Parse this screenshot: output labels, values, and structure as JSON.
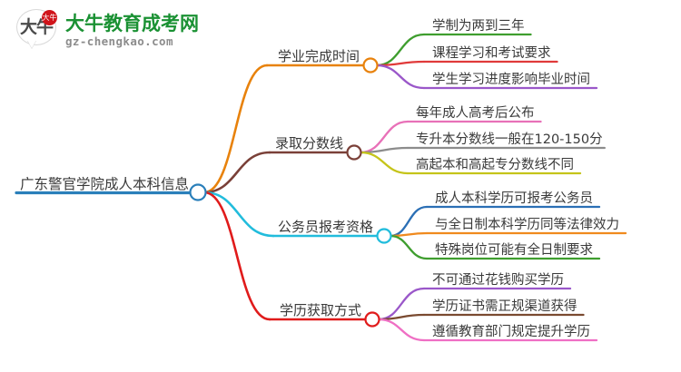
{
  "logo": {
    "badge_text": "大牛",
    "mark_text": "大牛",
    "title": "大牛教育成考网",
    "subtitle": "gz-chengkao.com",
    "title_color": "#1a9133",
    "subtitle_color": "#8c8c8c",
    "badge_color": "#d0141a"
  },
  "mindmap": {
    "root": {
      "label": "广东警官学院成人本科信息",
      "color": "#2a7fba"
    },
    "branches": [
      {
        "label": "学业完成时间",
        "color": "#e8820c",
        "children": [
          {
            "label": "学制为两到三年",
            "color": "#3f9e2f"
          },
          {
            "label": "课程学习和考试要求",
            "color": "#e03a3a"
          },
          {
            "label": "学生学习进度影响毕业时间",
            "color": "#9a57c9"
          }
        ]
      },
      {
        "label": "录取分数线",
        "color": "#7a4038",
        "children": [
          {
            "label": "每年成人高考后公布",
            "color": "#e871b8"
          },
          {
            "label": "专升本分数线一般在120-150分",
            "color": "#8c8c8c"
          },
          {
            "label": "高起本和高起专分数线不同",
            "color": "#c5c41a"
          }
        ]
      },
      {
        "label": "公务员报考资格",
        "color": "#21bcdc",
        "children": [
          {
            "label": "成人本科学历可报考公务员",
            "color": "#2b6fb5"
          },
          {
            "label": "与全日制本科学历同等法律效力",
            "color": "#f08a1e"
          },
          {
            "label": "特殊岗位可能有全日制要求",
            "color": "#3f9e2f"
          }
        ]
      },
      {
        "label": "学历获取方式",
        "color": "#e01b1b",
        "children": [
          {
            "label": "不可通过花钱购买学历",
            "color": "#9a57c9"
          },
          {
            "label": "学历证书需正规渠道获得",
            "color": "#7a4a30"
          },
          {
            "label": "遵循教育部门规定提升学历",
            "color": "#ef6fc4"
          }
        ]
      }
    ]
  }
}
